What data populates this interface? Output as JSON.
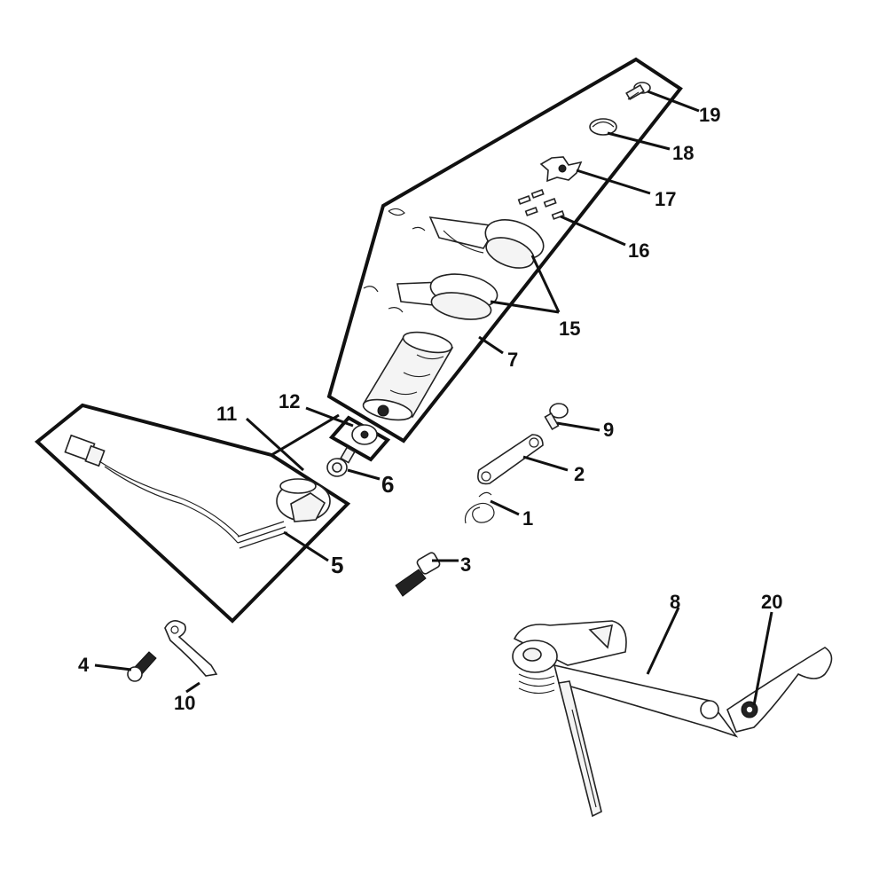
{
  "diagram": {
    "callouts": {
      "c1": "1",
      "c2": "2",
      "c3": "3",
      "c4": "4",
      "c5": "5",
      "c6": "6",
      "c7": "7",
      "c8": "8",
      "c9": "9",
      "c10": "10",
      "c11": "11",
      "c12": "12",
      "c15": "15",
      "c16": "16",
      "c17": "17",
      "c18": "18",
      "c19": "19",
      "c20": "20"
    }
  }
}
